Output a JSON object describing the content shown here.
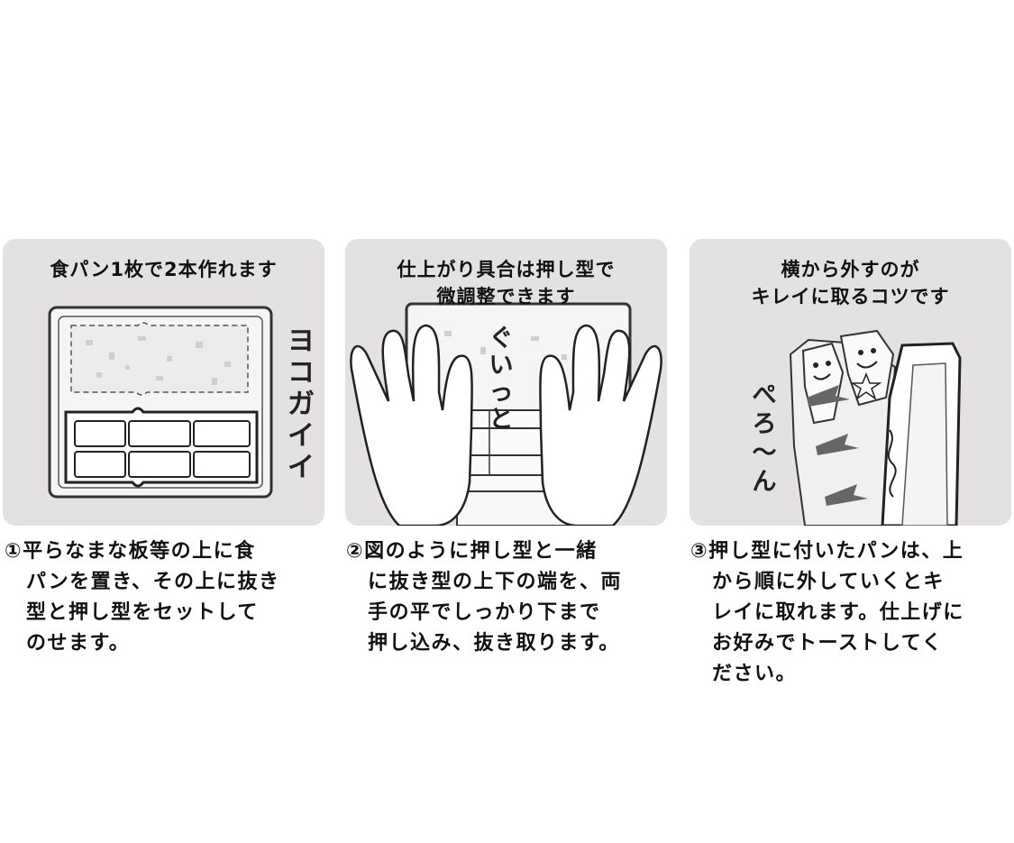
{
  "panels": [
    {
      "title_lines": [
        "食パン1枚で2本作れます"
      ],
      "side_text": [
        "ヨ",
        "コ",
        "ガ",
        "イ",
        "イ"
      ],
      "caption_lines": [
        "①平らなまな板等の上に食",
        "パンを置き、その上に抜き",
        "型と押し型をセットして",
        "のせます。"
      ]
    },
    {
      "title_lines": [
        "仕上がり具合は押し型で",
        "微調整できます"
      ],
      "sfx_text": [
        "ぐ",
        "い",
        "っ",
        "と"
      ],
      "caption_lines": [
        "②図のように押し型と一緒",
        "に抜き型の上下の端を、両",
        "手の平でしっかり下まで",
        "押し込み、抜き取ります。"
      ]
    },
    {
      "title_lines": [
        "横から外すのが",
        "キレイに取るコツです"
      ],
      "sfx_text": [
        "ぺ",
        "ろ",
        "〜",
        "ん"
      ],
      "caption_lines": [
        "③押し型に付いたパンは、上",
        "から順に外していくとキ",
        "レイに取れます。仕上げに",
        "お好みでトーストしてく",
        "ださい。"
      ]
    }
  ]
}
